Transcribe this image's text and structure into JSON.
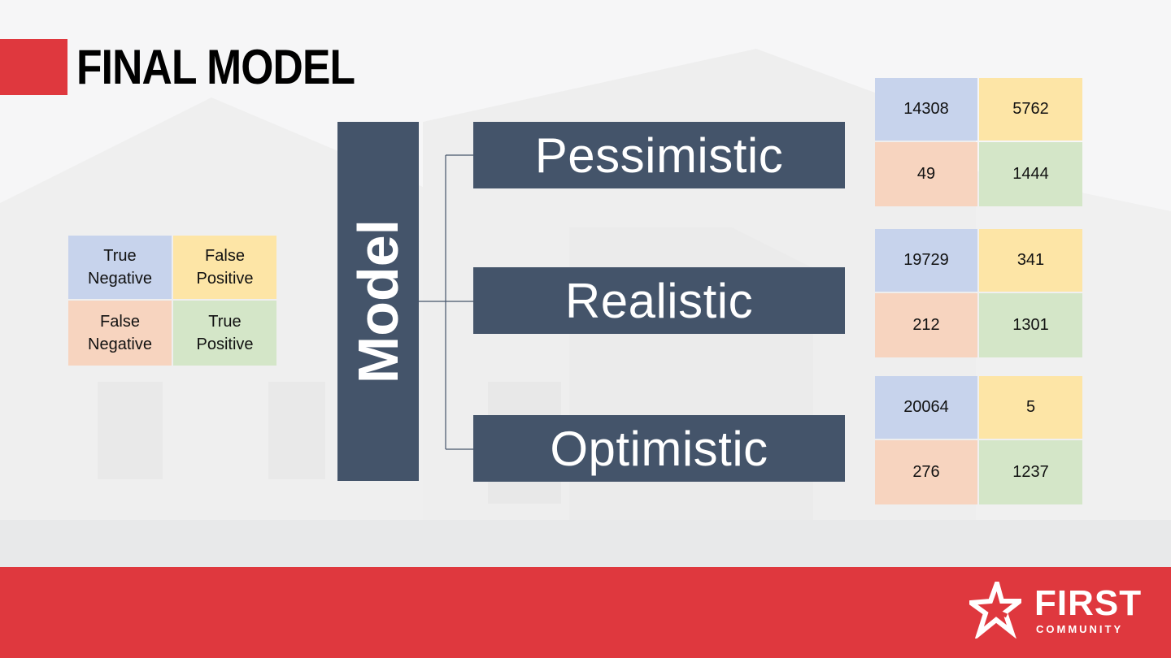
{
  "slide": {
    "title": "FINAL MODEL",
    "colors": {
      "accent_red": "#df383e",
      "block_navy": "#44546a",
      "true_negative": "#c7d3ec",
      "false_positive": "#fde5a6",
      "false_negative": "#f7d4bf",
      "true_positive": "#d4e6c8"
    }
  },
  "legend": {
    "true_negative": "True Negative",
    "false_positive": "False Positive",
    "false_negative": "False Negative",
    "true_positive": "True Positive"
  },
  "model": {
    "label": "Model"
  },
  "scenarios": [
    {
      "label": "Pessimistic",
      "tn": "14308",
      "fp": "5762",
      "fn": "49",
      "tp": "1444"
    },
    {
      "label": "Realistic",
      "tn": "19729",
      "fp": "341",
      "fn": "212",
      "tp": "1301"
    },
    {
      "label": "Optimistic",
      "tn": "20064",
      "fp": "5",
      "fn": "276",
      "tp": "1237"
    }
  ],
  "brand": {
    "name": "FIRST",
    "sub": "COMMUNITY",
    "icon": "star-logo-icon"
  }
}
